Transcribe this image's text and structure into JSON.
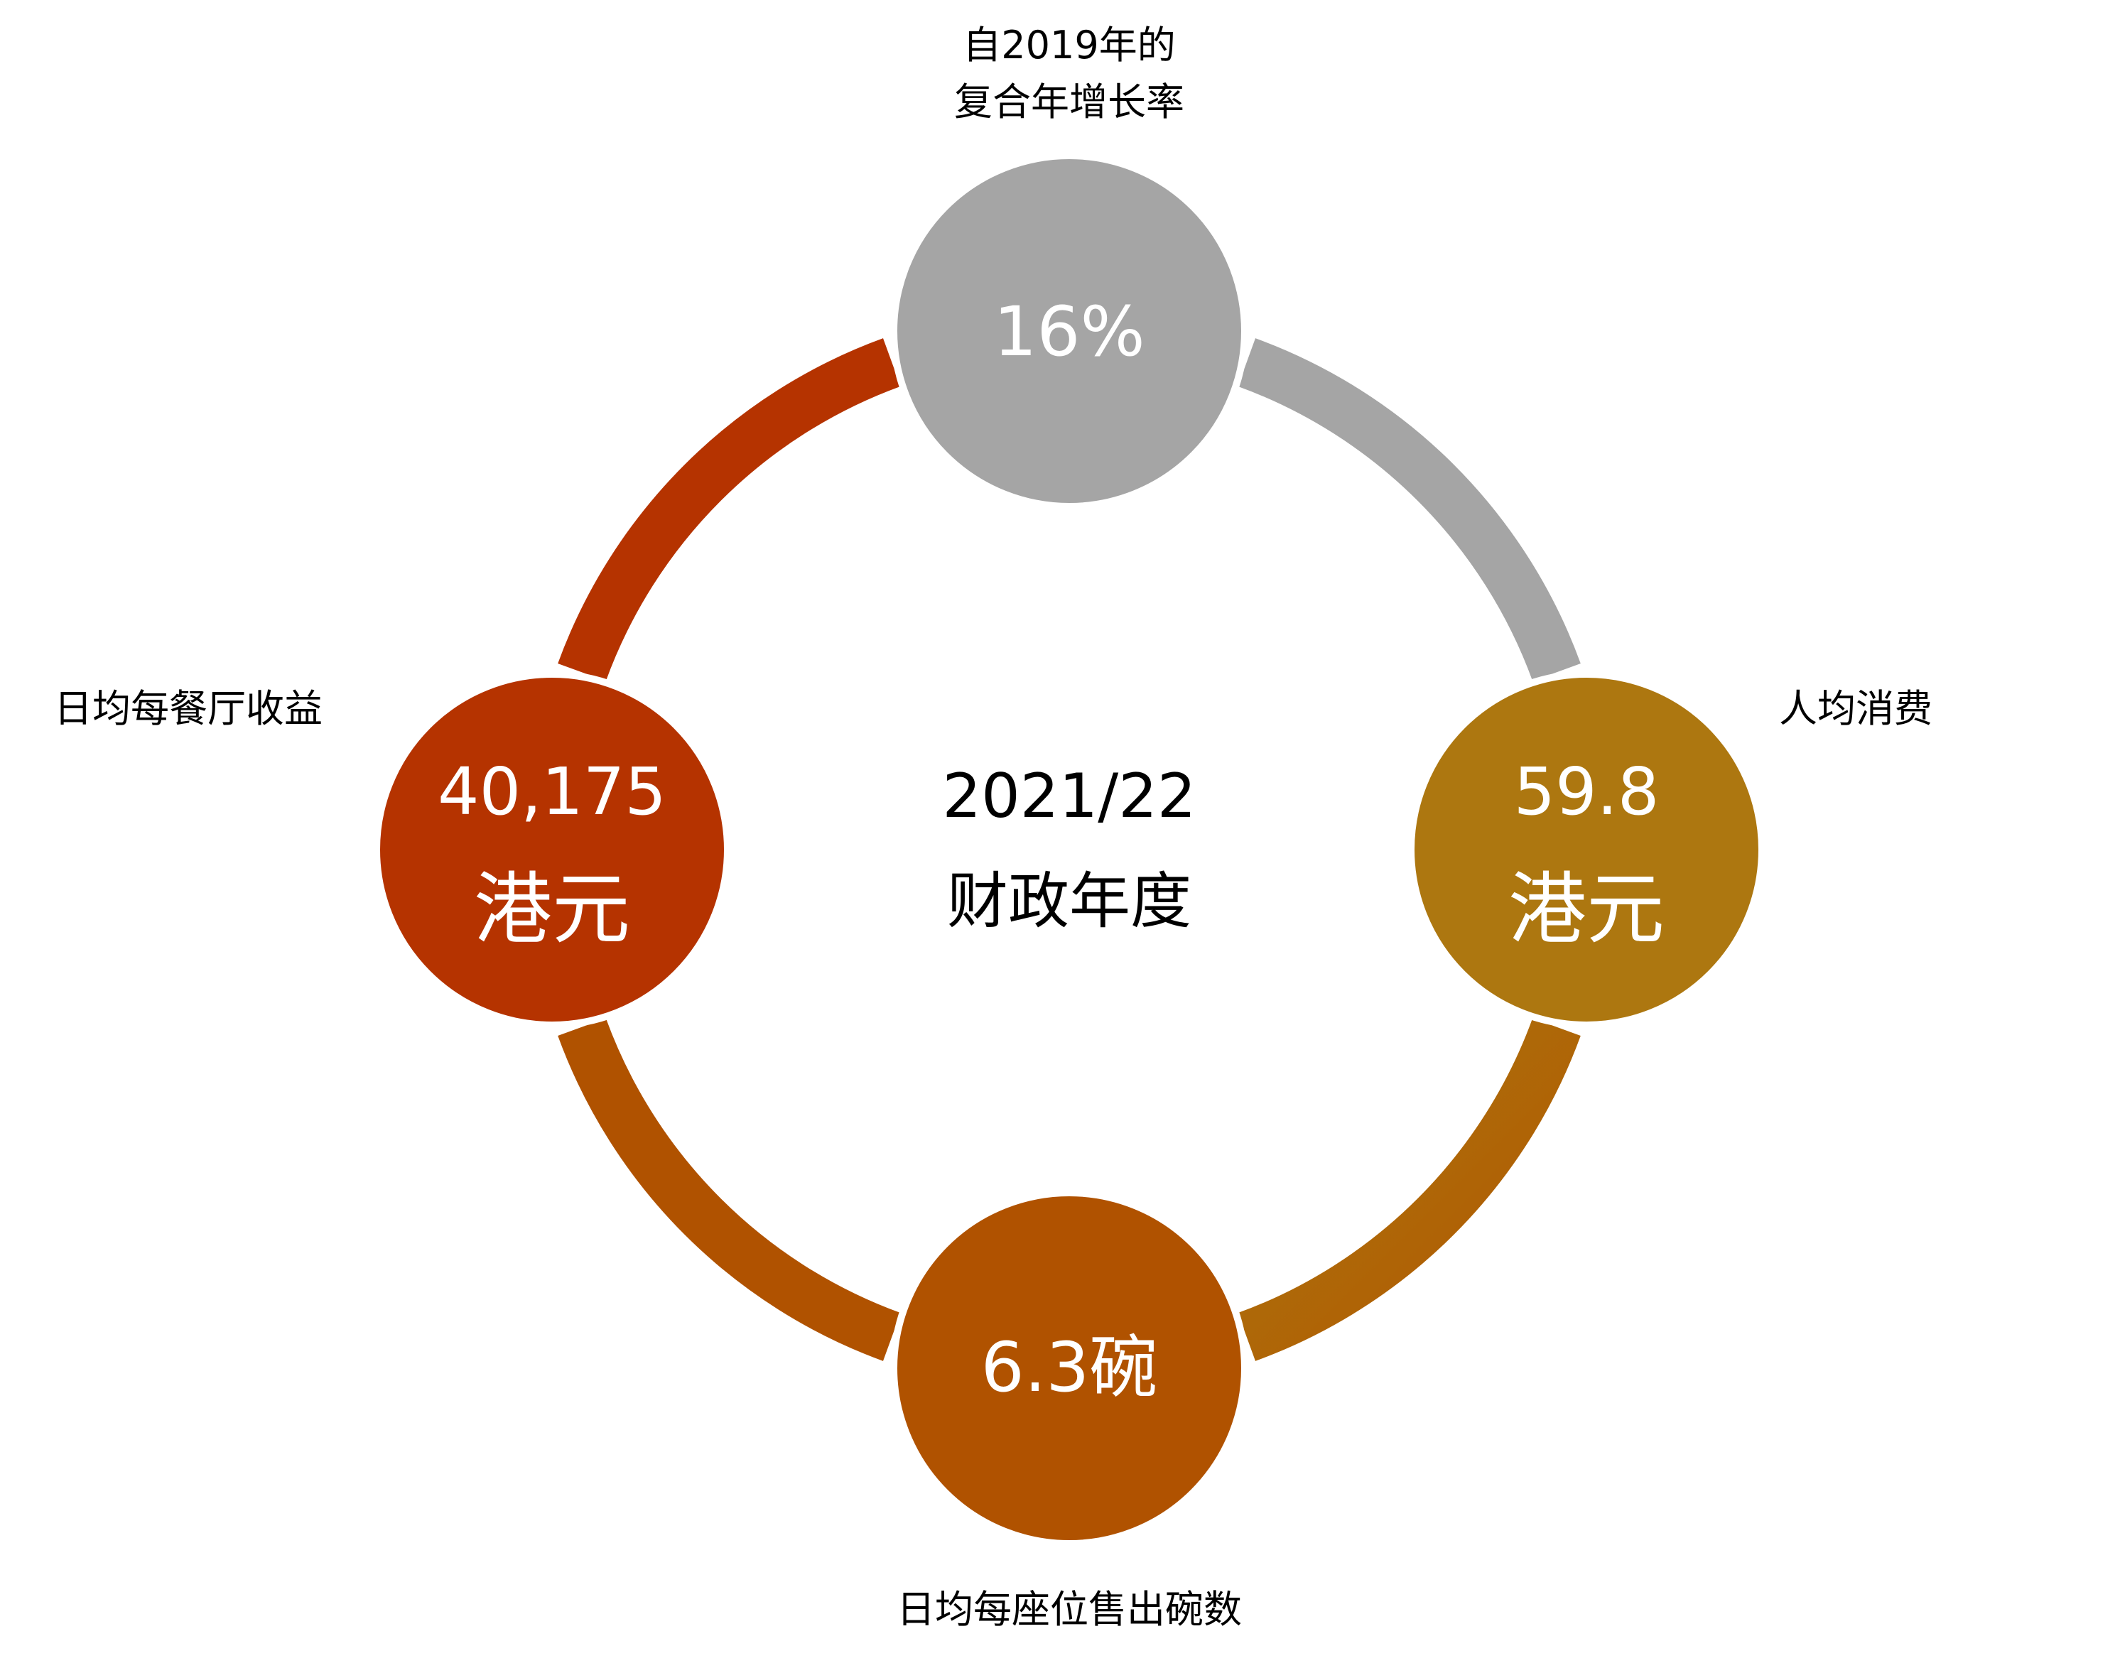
{
  "center": {
    "line1": "2021/22",
    "line2": "财政年度"
  },
  "nodes": {
    "top": {
      "value": "16%",
      "label_line1": "自2019年的",
      "label_line2": "复合年增长率",
      "color": "#A5A5A5"
    },
    "right": {
      "value_line1": "59.8",
      "value_line2": "港元",
      "label": "人均消费",
      "color": "#AD7710"
    },
    "bottom": {
      "value": "6.3碗",
      "label": "日均每座位售出碗数",
      "color": "#B05200"
    },
    "left": {
      "value_line1": "40,175",
      "value_line2": "港元",
      "label": "日均每餐厅收益",
      "color": "#B53300"
    }
  },
  "arcs": {
    "top_right_color": "#A5A5A5",
    "right_bottom_color_start": "#AD7710",
    "right_bottom_color_end": "#B05800",
    "bottom_left_color": "#B05200",
    "left_top_color": "#B53300"
  }
}
